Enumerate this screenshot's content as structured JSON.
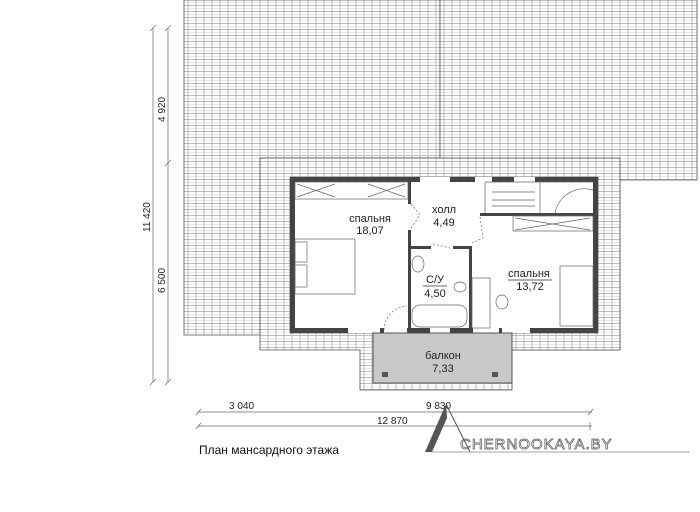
{
  "plan_title": "План мансардного этажа",
  "rooms": [
    {
      "name": "спальня",
      "area": "18,07"
    },
    {
      "name": "холл",
      "area": "4,49"
    },
    {
      "name": "С/У",
      "area": "4,50"
    },
    {
      "name": "спальня",
      "area": "13,72"
    },
    {
      "name": "балкон",
      "area": "7,33"
    }
  ],
  "dimensions": {
    "vertical_upper": "4 920",
    "vertical_lower": "6 500",
    "vertical_total": "11 420",
    "horizontal_left": "3 040",
    "horizontal_right": "9 830",
    "horizontal_total": "12 870"
  },
  "logo_text": "CHERNOOKAYA.BY",
  "colors": {
    "wall": "#444444",
    "balcony": "#c9c9c9",
    "roof_hatch": "#9a9a9a"
  }
}
